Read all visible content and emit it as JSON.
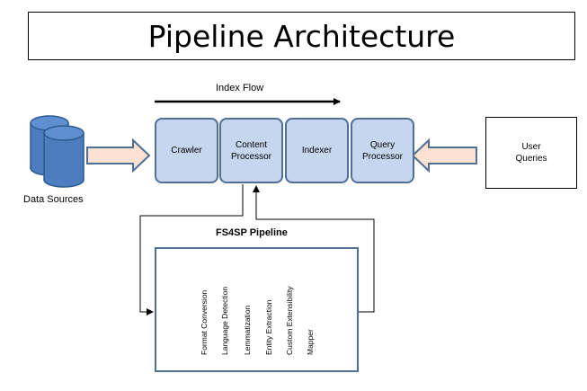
{
  "title": "Pipeline Architecture",
  "index_flow_label": "Index Flow",
  "data_sources_label": "Data Sources",
  "processes": [
    {
      "label": "Crawler"
    },
    {
      "label": "Content Processor"
    },
    {
      "label": "Indexer"
    },
    {
      "label": "Query Processor"
    }
  ],
  "user_queries_label": "User Queries",
  "pipeline": {
    "title": "FS4SP Pipeline",
    "stages": [
      "Format Conversion",
      "Language Detection",
      "Lemmatization",
      "Entity Extraction",
      "Custom Extensibility",
      "Mapper"
    ]
  },
  "colors": {
    "process_fill": "#c5d6ee",
    "process_border": "#4f6f95",
    "database_fill": "#4b7dbf",
    "arrow_fill": "#fbe1d2",
    "cylinder_fill": "#c9d4e3"
  }
}
